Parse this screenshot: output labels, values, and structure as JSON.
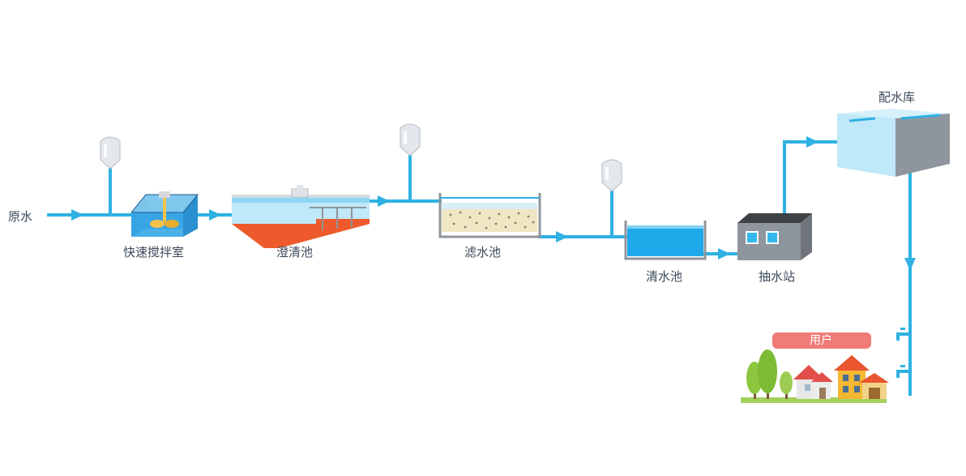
{
  "colors": {
    "pipe": "#2fb1e3",
    "water": "#35b8ec",
    "water_light": "#bfe8f9",
    "sludge": "#ee5a2b",
    "filter_media": "#efe6c3",
    "tank_gray": "#8f959c",
    "station_dark": "#55585c",
    "user_badge": "#f07c78",
    "grass": "#a6d05c",
    "tree": "#8cc63e"
  },
  "labels": {
    "raw_water": "原水",
    "rapid_mixing": "快速搅拌室",
    "clarifier": "澄清池",
    "filter": "滤水池",
    "clear_well": "清水池",
    "pump_station": "抽水站",
    "distribution_reservoir": "配水库",
    "users": "用户"
  },
  "icons": {
    "dosing_tank": "chemical-dosing-tank-icon",
    "mixer": "mixer-impeller-icon",
    "house": "house-icon",
    "tree": "tree-icon",
    "faucet": "faucet-icon",
    "arrow": "flow-arrow-icon"
  }
}
